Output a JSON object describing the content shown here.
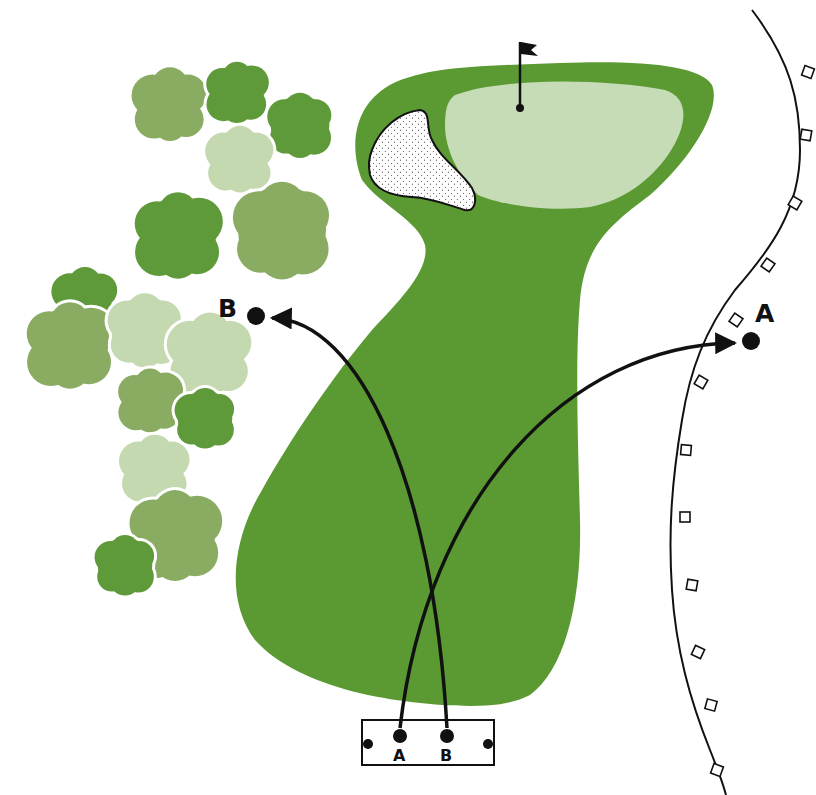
{
  "diagram": {
    "nodes": [
      {
        "text": [
          "B"
        ]
      },
      {
        "text": [
          "A"
        ]
      },
      {
        "text": [
          "A"
        ]
      },
      {
        "text": [
          "B"
        ]
      }
    ],
    "edges": [
      {
        "from": 2,
        "to": 1,
        "arrow": "to"
      },
      {
        "from": 3,
        "to": 0,
        "arrow": "to"
      }
    ]
  }
}
